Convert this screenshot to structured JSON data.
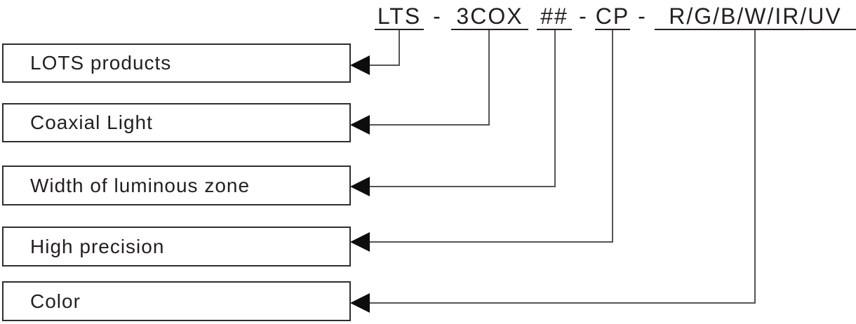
{
  "title_code": {
    "full": "LTS - 3COX ## - CP - R/G/B/W/IR/UV",
    "segments": [
      {
        "text": "LTS",
        "underlined": true
      },
      {
        "text": "-",
        "underlined": false
      },
      {
        "text": "3COX",
        "underlined": true
      },
      {
        "text": "##",
        "underlined": true
      },
      {
        "text": "-",
        "underlined": false
      },
      {
        "text": "CP",
        "underlined": true
      },
      {
        "text": "-",
        "underlined": false
      },
      {
        "text": "R/G/B/W/IR/UV",
        "underlined": true
      }
    ]
  },
  "mappings": [
    {
      "code": "LTS",
      "label": "LOTS products"
    },
    {
      "code": "3COX",
      "label": "Coaxial Light"
    },
    {
      "code": "##",
      "label": "Width of luminous zone"
    },
    {
      "code": "CP",
      "label": "High precision"
    },
    {
      "code": "R/G/B/W/IR/UV",
      "label": "Color"
    }
  ],
  "colors": {
    "background": "#ffffff",
    "text": "#231f20",
    "box_border": "#2e2e2e",
    "connector_line": "#555555",
    "arrowhead": "#0d0d0d"
  }
}
